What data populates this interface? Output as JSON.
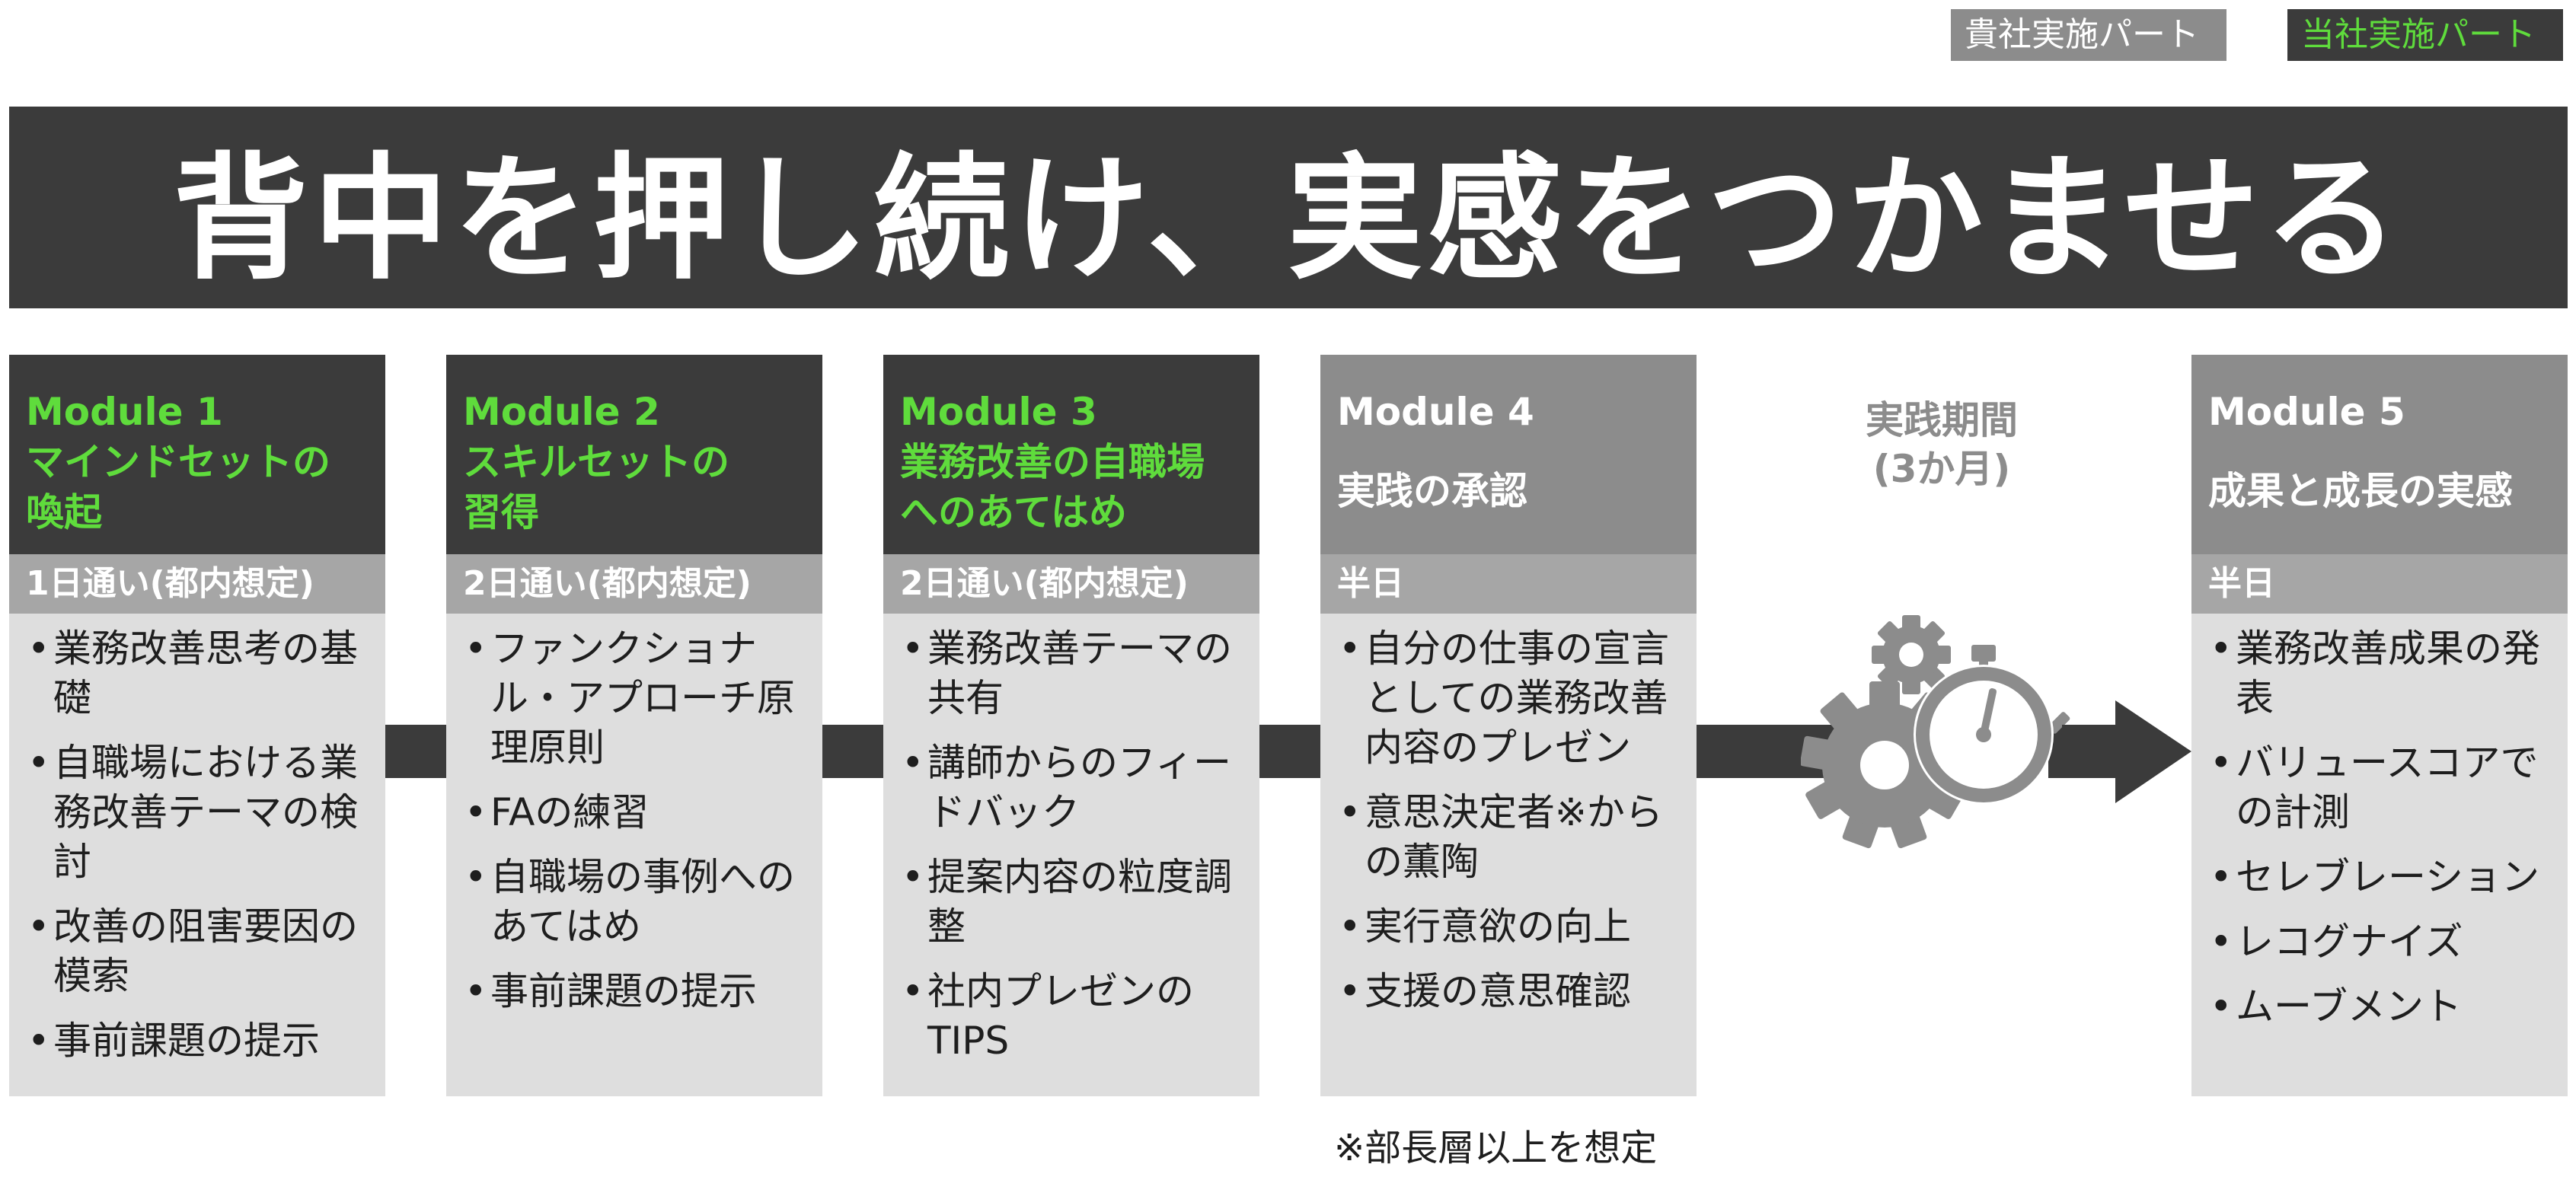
{
  "legend": {
    "client_label": "貴社実施パート",
    "ours_label": "当社実施パート"
  },
  "banner": {
    "title": "背中を押し続け、実感をつかませる"
  },
  "modules": [
    {
      "label": "Module 1",
      "title_lines": [
        "マインドセットの",
        "喚起"
      ],
      "duration": "1日通い(都内想定)",
      "items": [
        "業務改善思考の基礎",
        "自職場における業務改善テーマの検討",
        "改善の阻害要因の模索",
        "事前課題の提示"
      ]
    },
    {
      "label": "Module 2",
      "title_lines": [
        "スキルセットの",
        "習得"
      ],
      "duration": "2日通い(都内想定)",
      "items": [
        "ファンクショナル・アプローチ原理原則",
        "FAの練習",
        "自職場の事例へのあてはめ",
        "事前課題の提示"
      ]
    },
    {
      "label": "Module 3",
      "title_lines": [
        "業務改善の自職場",
        "へのあてはめ"
      ],
      "duration": "2日通い(都内想定)",
      "items": [
        "業務改善テーマの共有",
        "講師からのフィードバック",
        "提案内容の粒度調整",
        "社内プレゼンのTIPS"
      ]
    },
    {
      "label": "Module 4",
      "title_lines": [
        "実践の承認"
      ],
      "duration": "半日",
      "items": [
        "自分の仕事の宣言としての業務改善内容のプレゼン",
        "意思決定者※からの薫陶",
        "実行意欲の向上",
        "支援の意思確認"
      ]
    },
    {
      "label": "Module 5",
      "title_lines": [
        "成果と成長の実感"
      ],
      "duration": "半日",
      "items": [
        "業務改善成果の発表",
        "バリュースコアでの計測",
        "セレブレーション",
        "レコグナイズ",
        "ムーブメント"
      ]
    }
  ],
  "practice_period": {
    "line1": "実践期間",
    "line2": "(3か月)"
  },
  "footnote": "※部長層以上を想定",
  "icons": {
    "period_icon": "gears-stopwatch-icon",
    "flow_arrow": "arrow-right-icon"
  },
  "colors": {
    "dark": "#3b3b3b",
    "gray": "#8c8c8c",
    "accent_green": "#5fdc3c",
    "body_gray": "#dedede"
  }
}
